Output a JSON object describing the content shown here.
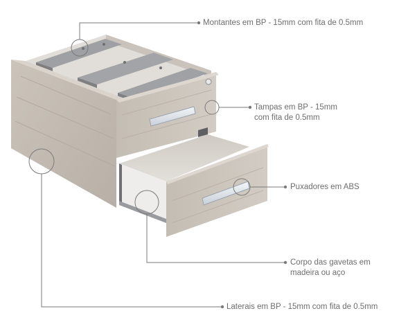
{
  "colors": {
    "wood_front": "#c8c1b8",
    "wood_side": "#bdb5ab",
    "wood_top": "#d6d0c8",
    "metal": "#a6a6a8",
    "metal_dark": "#7d7e80",
    "handle": "#dfe4ea",
    "line": "#7a7a7a",
    "text": "#6d6d6d"
  },
  "callouts": {
    "montantes": "Montantes em BP - 15mm com fita de 0.5mm",
    "tampas": [
      "Tampas em BP - 15mm",
      "com fita de 0.5mm"
    ],
    "puxadores": "Puxadores em ABS",
    "corpo": [
      "Corpo das gavetas em",
      "madeira ou aço"
    ],
    "laterais": "Laterais em BP - 15mm com fita de 0.5mm"
  }
}
